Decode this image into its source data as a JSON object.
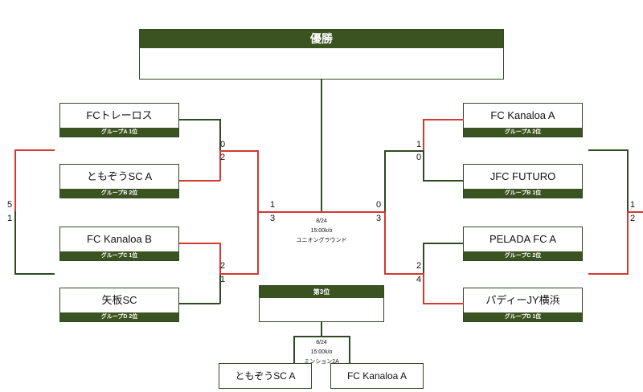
{
  "champion": {
    "title": "優勝"
  },
  "third_place": {
    "title": "第3位"
  },
  "left_teams": [
    {
      "name": "FCトレーロス",
      "group": "グループA 1位"
    },
    {
      "name": "ともぞうSC A",
      "group": "グループB 2位"
    },
    {
      "name": "FC Kanaloa B",
      "group": "グループC 1位"
    },
    {
      "name": "矢板SC",
      "group": "グループD 2位"
    }
  ],
  "right_teams": [
    {
      "name": "FC Kanaloa A",
      "group": "グループA 2位"
    },
    {
      "name": "JFC FUTURO",
      "group": "グループB 1位"
    },
    {
      "name": "PELADA FC A",
      "group": "グループC 2位"
    },
    {
      "name": "パディーJY横浜",
      "group": "グループD 1位"
    }
  ],
  "scores": {
    "l_r1a_top": "0",
    "l_r1a_bot": "2",
    "l_r1b_top": "2",
    "l_r1b_bot": "1",
    "l_semi_top": "1",
    "l_semi_bot": "3",
    "r_r1a_top": "1",
    "r_r1a_bot": "0",
    "r_r1b_top": "2",
    "r_r1b_bot": "4",
    "r_semi_top": "0",
    "r_semi_bot": "3",
    "far_left_top": "5",
    "far_left_bot": "1",
    "far_right_top": "1",
    "far_right_bot": "2"
  },
  "final_info": {
    "date": "8/24",
    "time": "15:00k/o",
    "venue": "ユニオングラウンド"
  },
  "third_info": {
    "date": "8/24",
    "time": "15:00k/o",
    "venue": "ミンション2A"
  },
  "third_teams": [
    "ともぞうSC A",
    "FC Kanaloa A"
  ]
}
